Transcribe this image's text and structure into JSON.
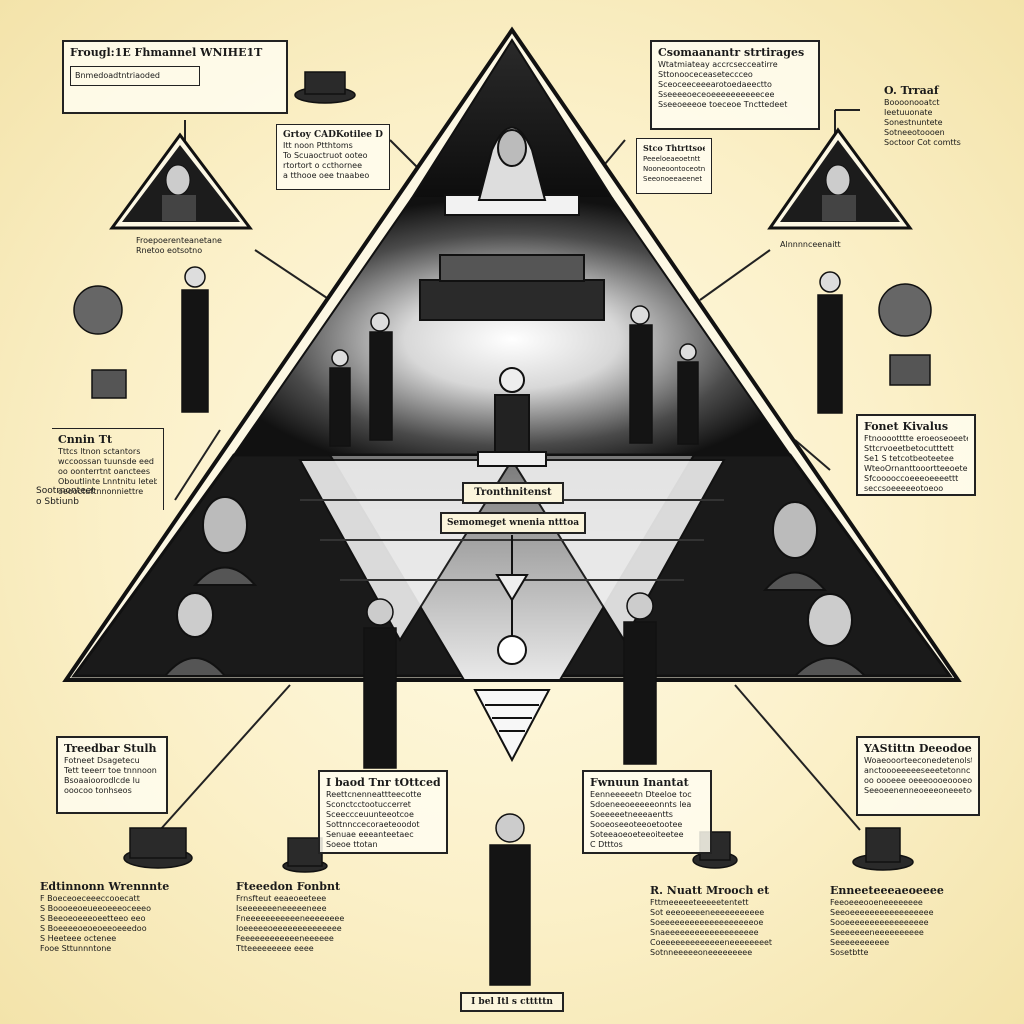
{
  "center": {
    "plaque_title": "Tronthnitenst",
    "plaque_subtitle": "Semomeget wnenia ntttoa",
    "footer_caption": "I bel Itl s ctttttn"
  },
  "boxes": {
    "top_left": {
      "title": "Frougl:1E Fhmannel WNIHE1T",
      "lines": [
        "Bnmedoadtntriaoded"
      ]
    },
    "upper_left_small": {
      "title": "Grtoy CADKotilee Doore",
      "lines": [
        "Itt noon Ptthtoms",
        "To Scuaoctruot ooteo",
        "rtortort o ccthornee",
        "a tthooe oee tnaabeo"
      ]
    },
    "left_middle": {
      "title": "Cnnin Tt",
      "lines": [
        "Tttcs ltnon sctantors",
        "wccoossan tuunsde eed",
        "oo oonterrtnt oanctees",
        "Oboutlinte Lnntnitu letebtde",
        "oeooctuttnnonniettre",
        "Sootrnonteet",
        "o Sbtiunb"
      ]
    },
    "left_lower": {
      "title": "Treedbar Stulh",
      "lines": [
        "Fotneet Dsagetecu",
        "Tett teeerr toe tnnnoon",
        "Bsoaaioorodlcde lu",
        "ooocoo tonhseos"
      ]
    },
    "center_left_lower": {
      "title": "I baod Tnr tOttcedeton",
      "lines": [
        "Reettcnenneattteecotte",
        "Sconctcctootuccerret",
        "Sceeccceuunteeotcoe",
        "Sottnnccecoraeteoodot",
        "Senuae eeeanteetaec",
        "Soeoe ttotan"
      ]
    },
    "center_right_lower": {
      "title": "Fwnuun Inantat",
      "lines": [
        "Eenneeeeetn Dteeloe toc",
        "Sdoeneeoeeeeeonnts lea",
        "Soeeeeetneeeaentts",
        "Sooeoseeoteeoetootee",
        "Soteeaoeoeteeoiteetee",
        "C Dtttos"
      ]
    },
    "top_center_right": {
      "title": "Csomaanantr strtirages",
      "lines": [
        "Wtatmiateay accrcsecceatirre",
        "Sttonooceceaseteccceo",
        "Sceoceeceeearotoedaeectto",
        "Sseeeeoeceoeeeeeeeeeecee",
        "Sseeoeeeoe toeceoe Tncttedeet"
      ]
    },
    "right_small": {
      "title": "Stco Thtrttsoe",
      "lines": [
        "Peeeloeaeoetntt",
        "Nooneoontoceotn",
        "Seeonoeeaeenet"
      ]
    },
    "right_middle": {
      "title": "Fonet Kivalus",
      "lines": [
        "Ftnooootttte eroeoseoeete",
        "Sttcrvoeetbetocutttett",
        "Se1 S tetcotbeoteetee",
        "WteoOrnanttooortteeoete",
        "Sfcooooccoeeeoeeeettt",
        "seccsoeeeeeotoeoo"
      ]
    },
    "right_lower": {
      "title": "YAStittn Deeodoe",
      "lines": [
        "Woaeooorteeconedetenolst",
        "anctoooeeeeeseeetetonnc",
        "oo oooeee oeeeoooeoooeoo",
        "Seeoeenenneoeeeoneeetoet"
      ]
    }
  },
  "notes": {
    "top_right": {
      "title": "O. Trraaf",
      "lines": [
        "Boooonooatct",
        "Ieetuuonate",
        "Sonestnuntete",
        "Sotneeotoooen",
        "Soctoor Cot comtts"
      ]
    },
    "left_upper_caption": {
      "lines": [
        "Froepoerenteanetane",
        "Rnetoo eotsotno"
      ]
    },
    "right_upper_caption": {
      "lines": [
        "Alnnnnceenaitt"
      ]
    },
    "bottom_far_left": {
      "title": "Edtinnonn Wrennnte",
      "lines": [
        "F Boeceoeceeeccooecatt",
        "S Boooeeoeueeoeeeoceeeo",
        "S Beeoeoeeeoeetteeo eeo",
        "S Boeeeeoeoeoeeoeeedoo",
        "S Heeteee octenee",
        "Fooe Sttunnntone"
      ]
    },
    "bottom_center_left": {
      "title": "Fteeedon Fonbnt",
      "lines": [
        "Frnsfteut eeaeoeeteee",
        "Iseeeeeeeneeeeeneee",
        "Fneeeeeeeeeeeneeeeeeee",
        "Ioeeeeeoeeeeeeeeeeeeee",
        "Feeeeeeeeeeeeneeeeee",
        "Ttteeeeeeeee eeee"
      ]
    },
    "bottom_center_right": {
      "title": "R. Nuatt Mrooch et",
      "lines": [
        "Fttmeeeeeteeeeetentett",
        "Sot eeeoeeeeneeeeeeeeeee",
        "Soeeeeeeeeeeeeeeeeeeeoe",
        "Snaeeeeeeeeeeeeeeeeeee",
        "Coeeeeeeeeeeeeeneeeeeeeet",
        "Sotnneeeeeoneeeeeeeee"
      ]
    },
    "bottom_far_right": {
      "title": "Enneeteeeaeoeeee",
      "lines": [
        "Feeoeeeooeneeeeeeee",
        "Seeoeeeeeeeeeeeeeeeee",
        "Sooeeeeeeeeeeeeeeeee",
        "Seeeeeeeneeeeeeeeee",
        "Seeeeeeeeeee",
        "Sosetbtte"
      ]
    }
  },
  "palette": {
    "ink": "#111111",
    "paper": "#fbf0c8",
    "panel_dark": "#1b1b1b",
    "highlight": "#ffffff"
  }
}
